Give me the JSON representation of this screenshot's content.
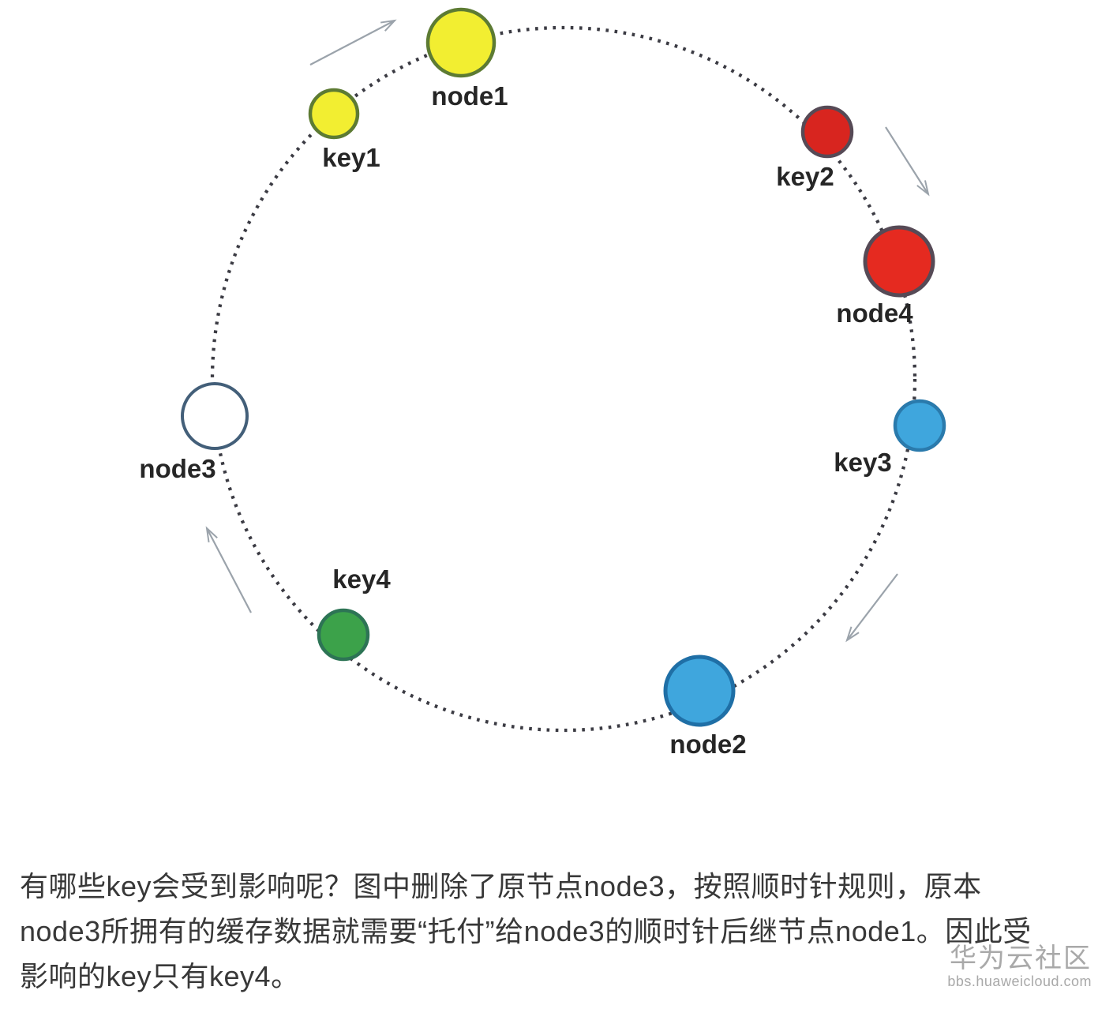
{
  "diagram": {
    "direction": "clockwise",
    "ring_color": "#3b3b43",
    "arrow_color": "#9ba3ab",
    "nodes": [
      {
        "label": "node1",
        "type": "node",
        "color": "#f2ee31",
        "border": "#5d7b33"
      },
      {
        "label": "key1",
        "type": "key",
        "color": "#f2ee31",
        "border": "#5d7b33"
      },
      {
        "label": "key2",
        "type": "key",
        "color": "#d8251f",
        "border": "#564a56"
      },
      {
        "label": "node4",
        "type": "node",
        "color": "#e52a20",
        "border": "#564a56"
      },
      {
        "label": "key3",
        "type": "key",
        "color": "#3fa6dd",
        "border": "#2a7aac"
      },
      {
        "label": "node2",
        "type": "node",
        "color": "#3fa6dd",
        "border": "#1f6fa6"
      },
      {
        "label": "key4",
        "type": "key",
        "color": "#3ca24a",
        "border": "#2d7455"
      },
      {
        "label": "node3",
        "type": "node-removed",
        "color": "#ffffff",
        "border": "#435f79"
      }
    ]
  },
  "caption": {
    "lines": [
      "有哪些key会受到影响呢？图中删除了原节点node3，按照顺时针规则，原本",
      "node3所拥有的缓存数据就需要“托付”给node3的顺时针后继节点node1。因此受",
      "影响的key只有key4。"
    ]
  },
  "watermark": {
    "title": "华为云社区",
    "url": "bbs.huaweicloud.com"
  }
}
